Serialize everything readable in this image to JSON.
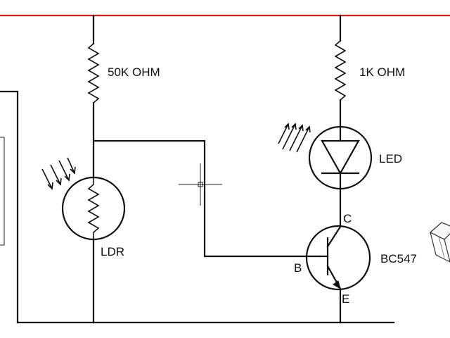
{
  "diagram": {
    "colors": {
      "supply_rail": "#cc2222",
      "wire": "#111111",
      "background": "#ffffff"
    },
    "components": {
      "resistor_left": {
        "label": "50K OHM"
      },
      "resistor_right": {
        "label": "1K OHM"
      },
      "ldr": {
        "label": "LDR"
      },
      "led": {
        "label": "LED"
      },
      "transistor": {
        "label": "BC547",
        "pin_collector": "C",
        "pin_base": "B",
        "pin_emitter": "E"
      }
    },
    "icons": [
      "crosshair-cursor-icon",
      "eraser-icon"
    ]
  }
}
